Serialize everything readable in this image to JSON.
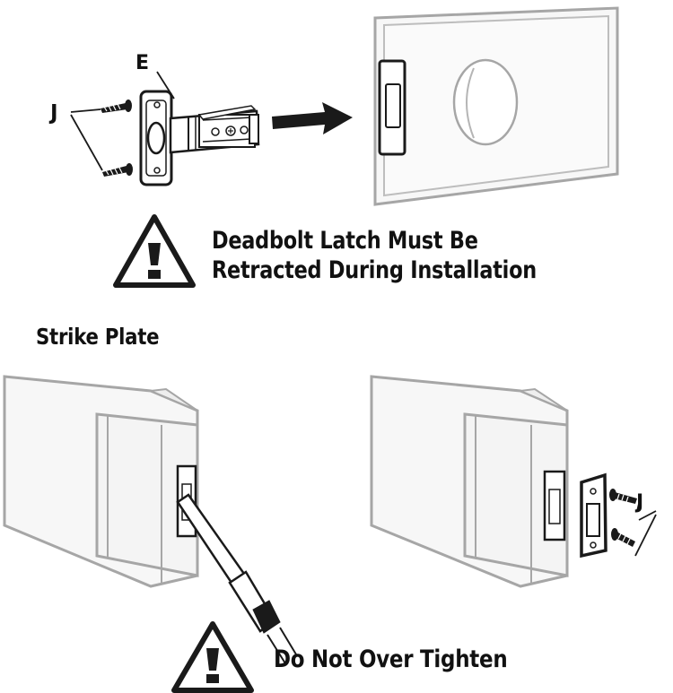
{
  "labels": {
    "part_e": "E",
    "part_j_top": "J",
    "part_j_bottom": "J"
  },
  "warnings": {
    "latch_line1": "Deadbolt Latch Must Be",
    "latch_line2": "Retracted During Installation",
    "tighten": "Do Not Over Tighten"
  },
  "sections": {
    "strike_plate": "Strike Plate"
  },
  "colors": {
    "line": "#1a1a1a",
    "door_outline": "#a6a6a6",
    "door_fill": "#f7f7f7"
  }
}
